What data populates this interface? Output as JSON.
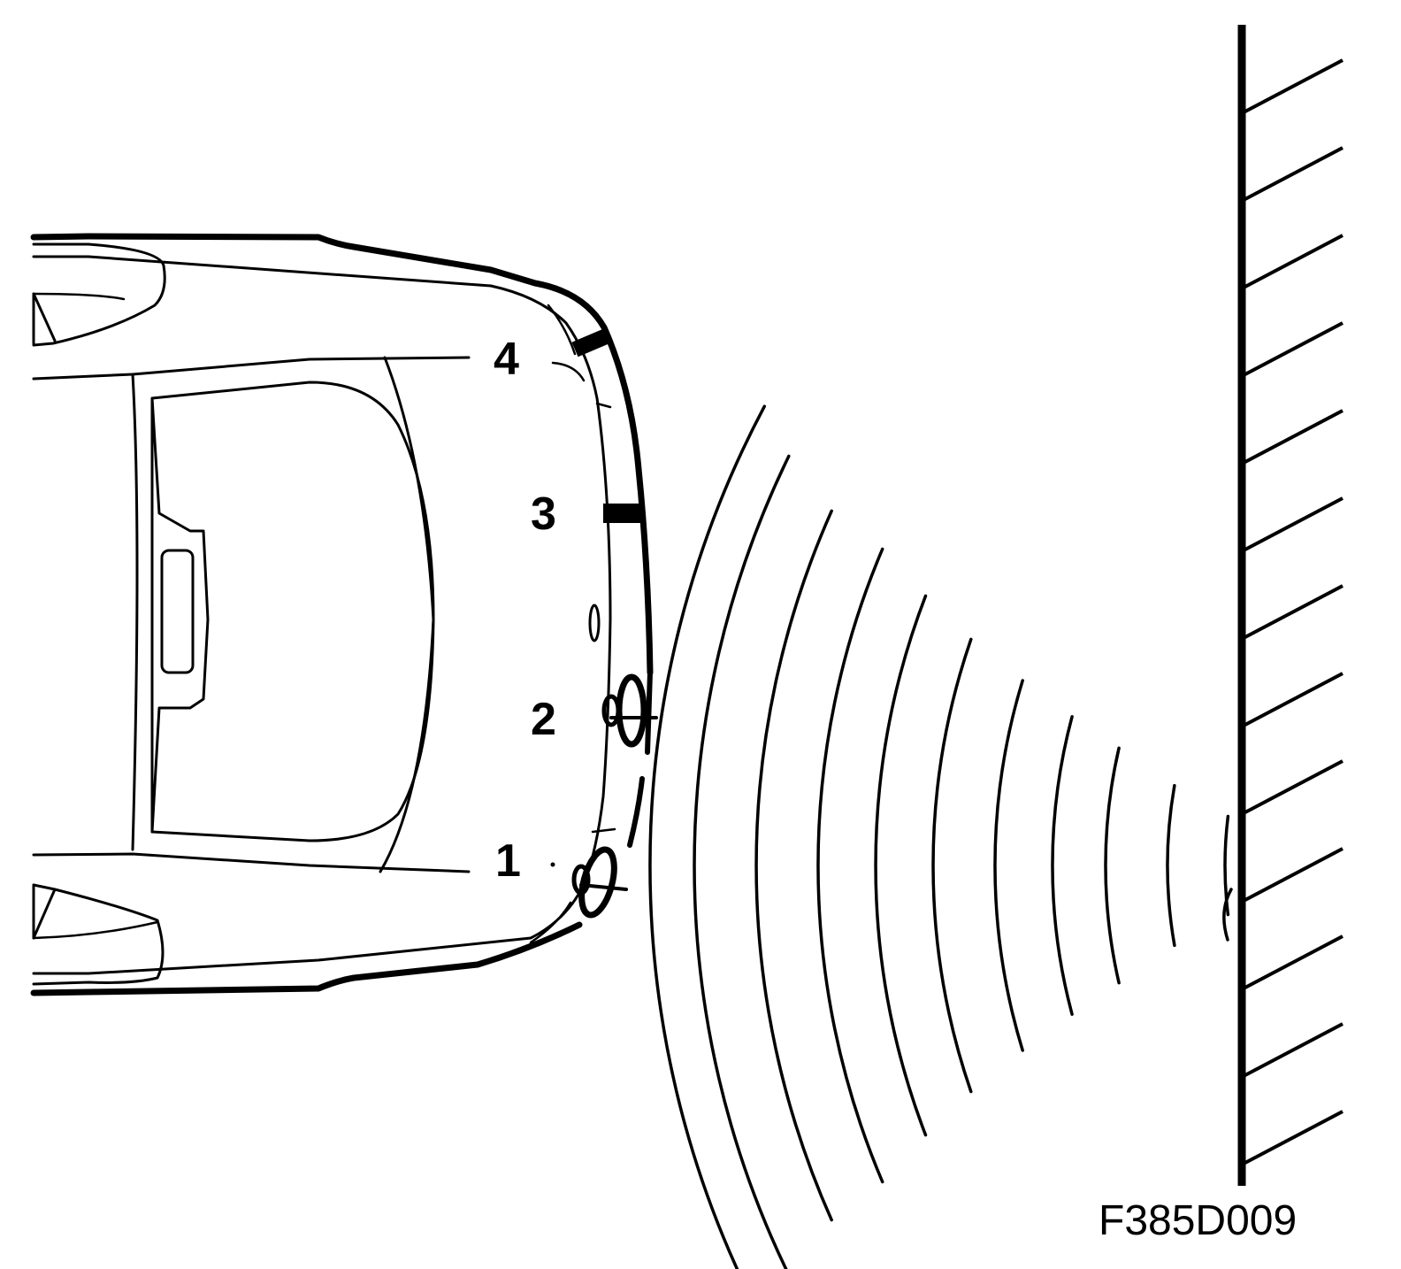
{
  "diagram": {
    "sensor_labels": [
      "1",
      "2",
      "3",
      "4"
    ],
    "figure_code": "F385D009",
    "colors": {
      "line": "#000000",
      "background": "#ffffff"
    },
    "icons": [
      "car-rear-outline-icon",
      "ultrasonic-sensor-icon",
      "wall-hatch-icon"
    ]
  }
}
